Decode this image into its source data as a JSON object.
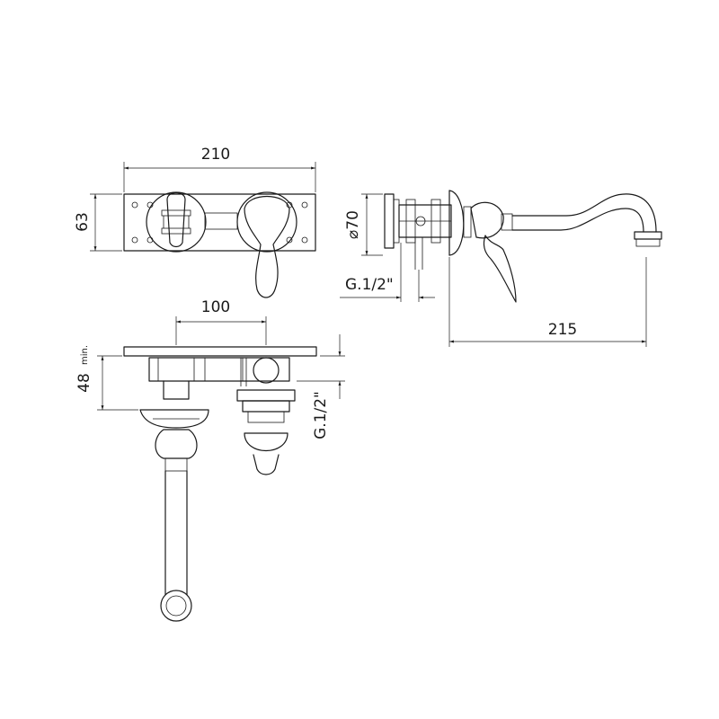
{
  "dimensions": {
    "plate_width": "210",
    "plate_height": "63",
    "spout_diameter": "⌀70",
    "connection_side": "G.1/2\"",
    "projection": "215",
    "spacing": "100",
    "min_depth": "48",
    "min_suffix": "min.",
    "connection_plan": "G.1/2\""
  }
}
